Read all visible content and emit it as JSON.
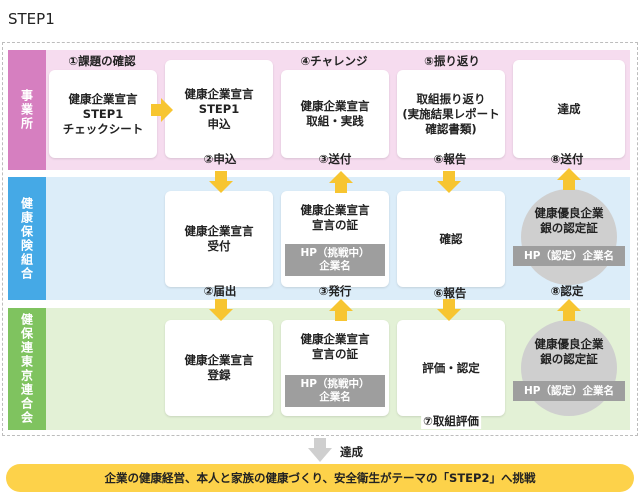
{
  "title": "STEP1",
  "bands": {
    "office": "事業所",
    "insurance": "健康保険組合",
    "federation": "健保連東京連合会"
  },
  "top_labels": [
    "①課題の確認",
    "④チャレンジ",
    "⑤振り返り"
  ],
  "office_boxes": [
    "健康企業宣言\nSTEP1\nチェックシート",
    "健康企業宣言\nSTEP1\n申込",
    "健康企業宣言\n取組・実践",
    "取組振り返り\n(実施結果レポート\n確認書類)",
    "達成"
  ],
  "insurance_boxes": [
    "健康企業宣言\n受付",
    "健康企業宣言\n宣言の証",
    "確認",
    "健康優良企業\n銀の認定証"
  ],
  "federation_boxes": [
    "健康企業宣言\n登録",
    "健康企業宣言\n宣言の証",
    "評価・認定",
    "健康優良企業\n銀の認定証"
  ],
  "hp_challenge": "HP（挑戦中）\n企業名",
  "hp_certified": "HP（認定）企業名",
  "step_labels": {
    "apply": "②申込",
    "send3": "③送付",
    "report6a": "⑥報告",
    "send8": "⑧送付",
    "notify2": "②届出",
    "issue3": "③発行",
    "report6b": "⑥報告",
    "certify8": "⑧認定",
    "eval7": "⑦取組評価"
  },
  "achieve_label": "達成",
  "banner": "企業の健康経営、本人と家族の健康づくり、安全衛生がテーマの「STEP2」へ挑戦",
  "colors": {
    "pink_band": "#f6dcef",
    "pink_label": "#d67fc0",
    "blue_band": "#dcedf9",
    "blue_label": "#45a9e6",
    "green_band": "#e3f1d6",
    "green_label": "#7fc35f",
    "arrow": "#f7c531",
    "banner": "#fdd24a",
    "gray": "#9e9e9e"
  }
}
